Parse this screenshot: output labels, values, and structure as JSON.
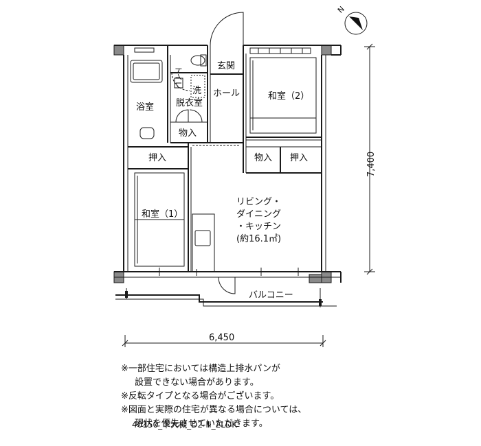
{
  "rooms": {
    "toilet": "トイレ",
    "entrance": "玄関",
    "hall": "ホール",
    "bath": "浴室",
    "wash": "洗",
    "dressing": "脱衣室",
    "closet_small": "物入",
    "washitsu2": "和室（2）",
    "oshiire_left": "押入",
    "closet_right": "物入",
    "oshiire_right": "押入",
    "washitsu1": "和室（1）",
    "ldk_line1": "リビング・",
    "ldk_line2": "ダイニング",
    "ldk_line3": "・キッチン",
    "ldk_line4": "(約16.1㎡)",
    "balcony": "バルコニー"
  },
  "dimensions": {
    "width": "6,450",
    "height": "7,400"
  },
  "compass": {
    "label": "N"
  },
  "notes": [
    "※一部住宅においては構造上排水パンが",
    "設置できない場合があります。",
    "※反転タイプとなる場合がございます。",
    "※図面と実際の住宅が異なる場合については、",
    "現状を優先させていただきます。"
  ],
  "plan_code": "40150_下大槻_D2-Ⅲ_2LDK"
}
